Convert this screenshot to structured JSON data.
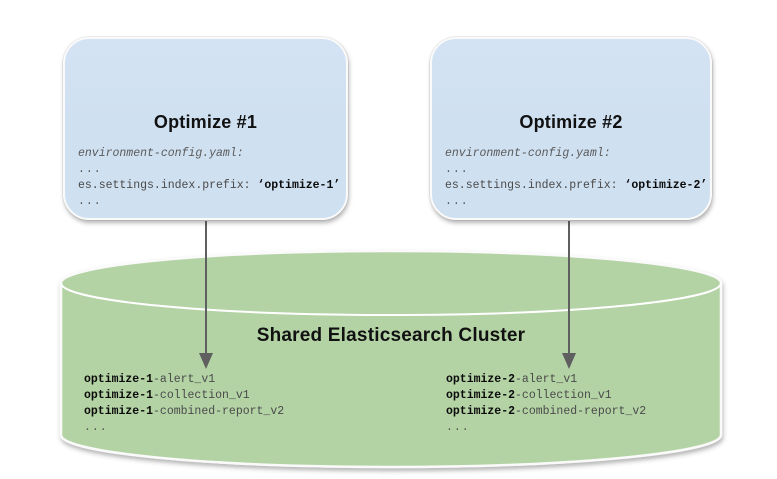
{
  "colors": {
    "node_fill": "#cfe0f1",
    "cluster_fill": "#b4d3a5",
    "arrow": "#5f5f5f",
    "mono_text": "#4a4a4a",
    "mono_muted": "#5a5a5a",
    "bold_text": "#0a0a0a",
    "title_text": "#111111",
    "edge_white": "#fafafa"
  },
  "nodes": [
    {
      "title": "Optimize #1",
      "config": {
        "filename": "environment-config.yaml:",
        "ellipsis_top": "...",
        "key": "es.settings.index.prefix: ",
        "value": "‘optimize-1’",
        "ellipsis_bottom": "..."
      }
    },
    {
      "title": "Optimize #2",
      "config": {
        "filename": "environment-config.yaml:",
        "ellipsis_top": "...",
        "key": "es.settings.index.prefix: ",
        "value": "‘optimize-2’",
        "ellipsis_bottom": "..."
      }
    }
  ],
  "cluster": {
    "title": "Shared Elasticsearch Cluster",
    "index_groups": [
      {
        "items": [
          {
            "prefix": "optimize-1",
            "suffix": "-alert_v1"
          },
          {
            "prefix": "optimize-1",
            "suffix": "-collection_v1"
          },
          {
            "prefix": "optimize-1",
            "suffix": "-combined-report_v2"
          }
        ],
        "ellipsis": "..."
      },
      {
        "items": [
          {
            "prefix": "optimize-2",
            "suffix": "-alert_v1"
          },
          {
            "prefix": "optimize-2",
            "suffix": "-collection_v1"
          },
          {
            "prefix": "optimize-2",
            "suffix": "-combined-report_v2"
          }
        ],
        "ellipsis": "..."
      }
    ]
  }
}
